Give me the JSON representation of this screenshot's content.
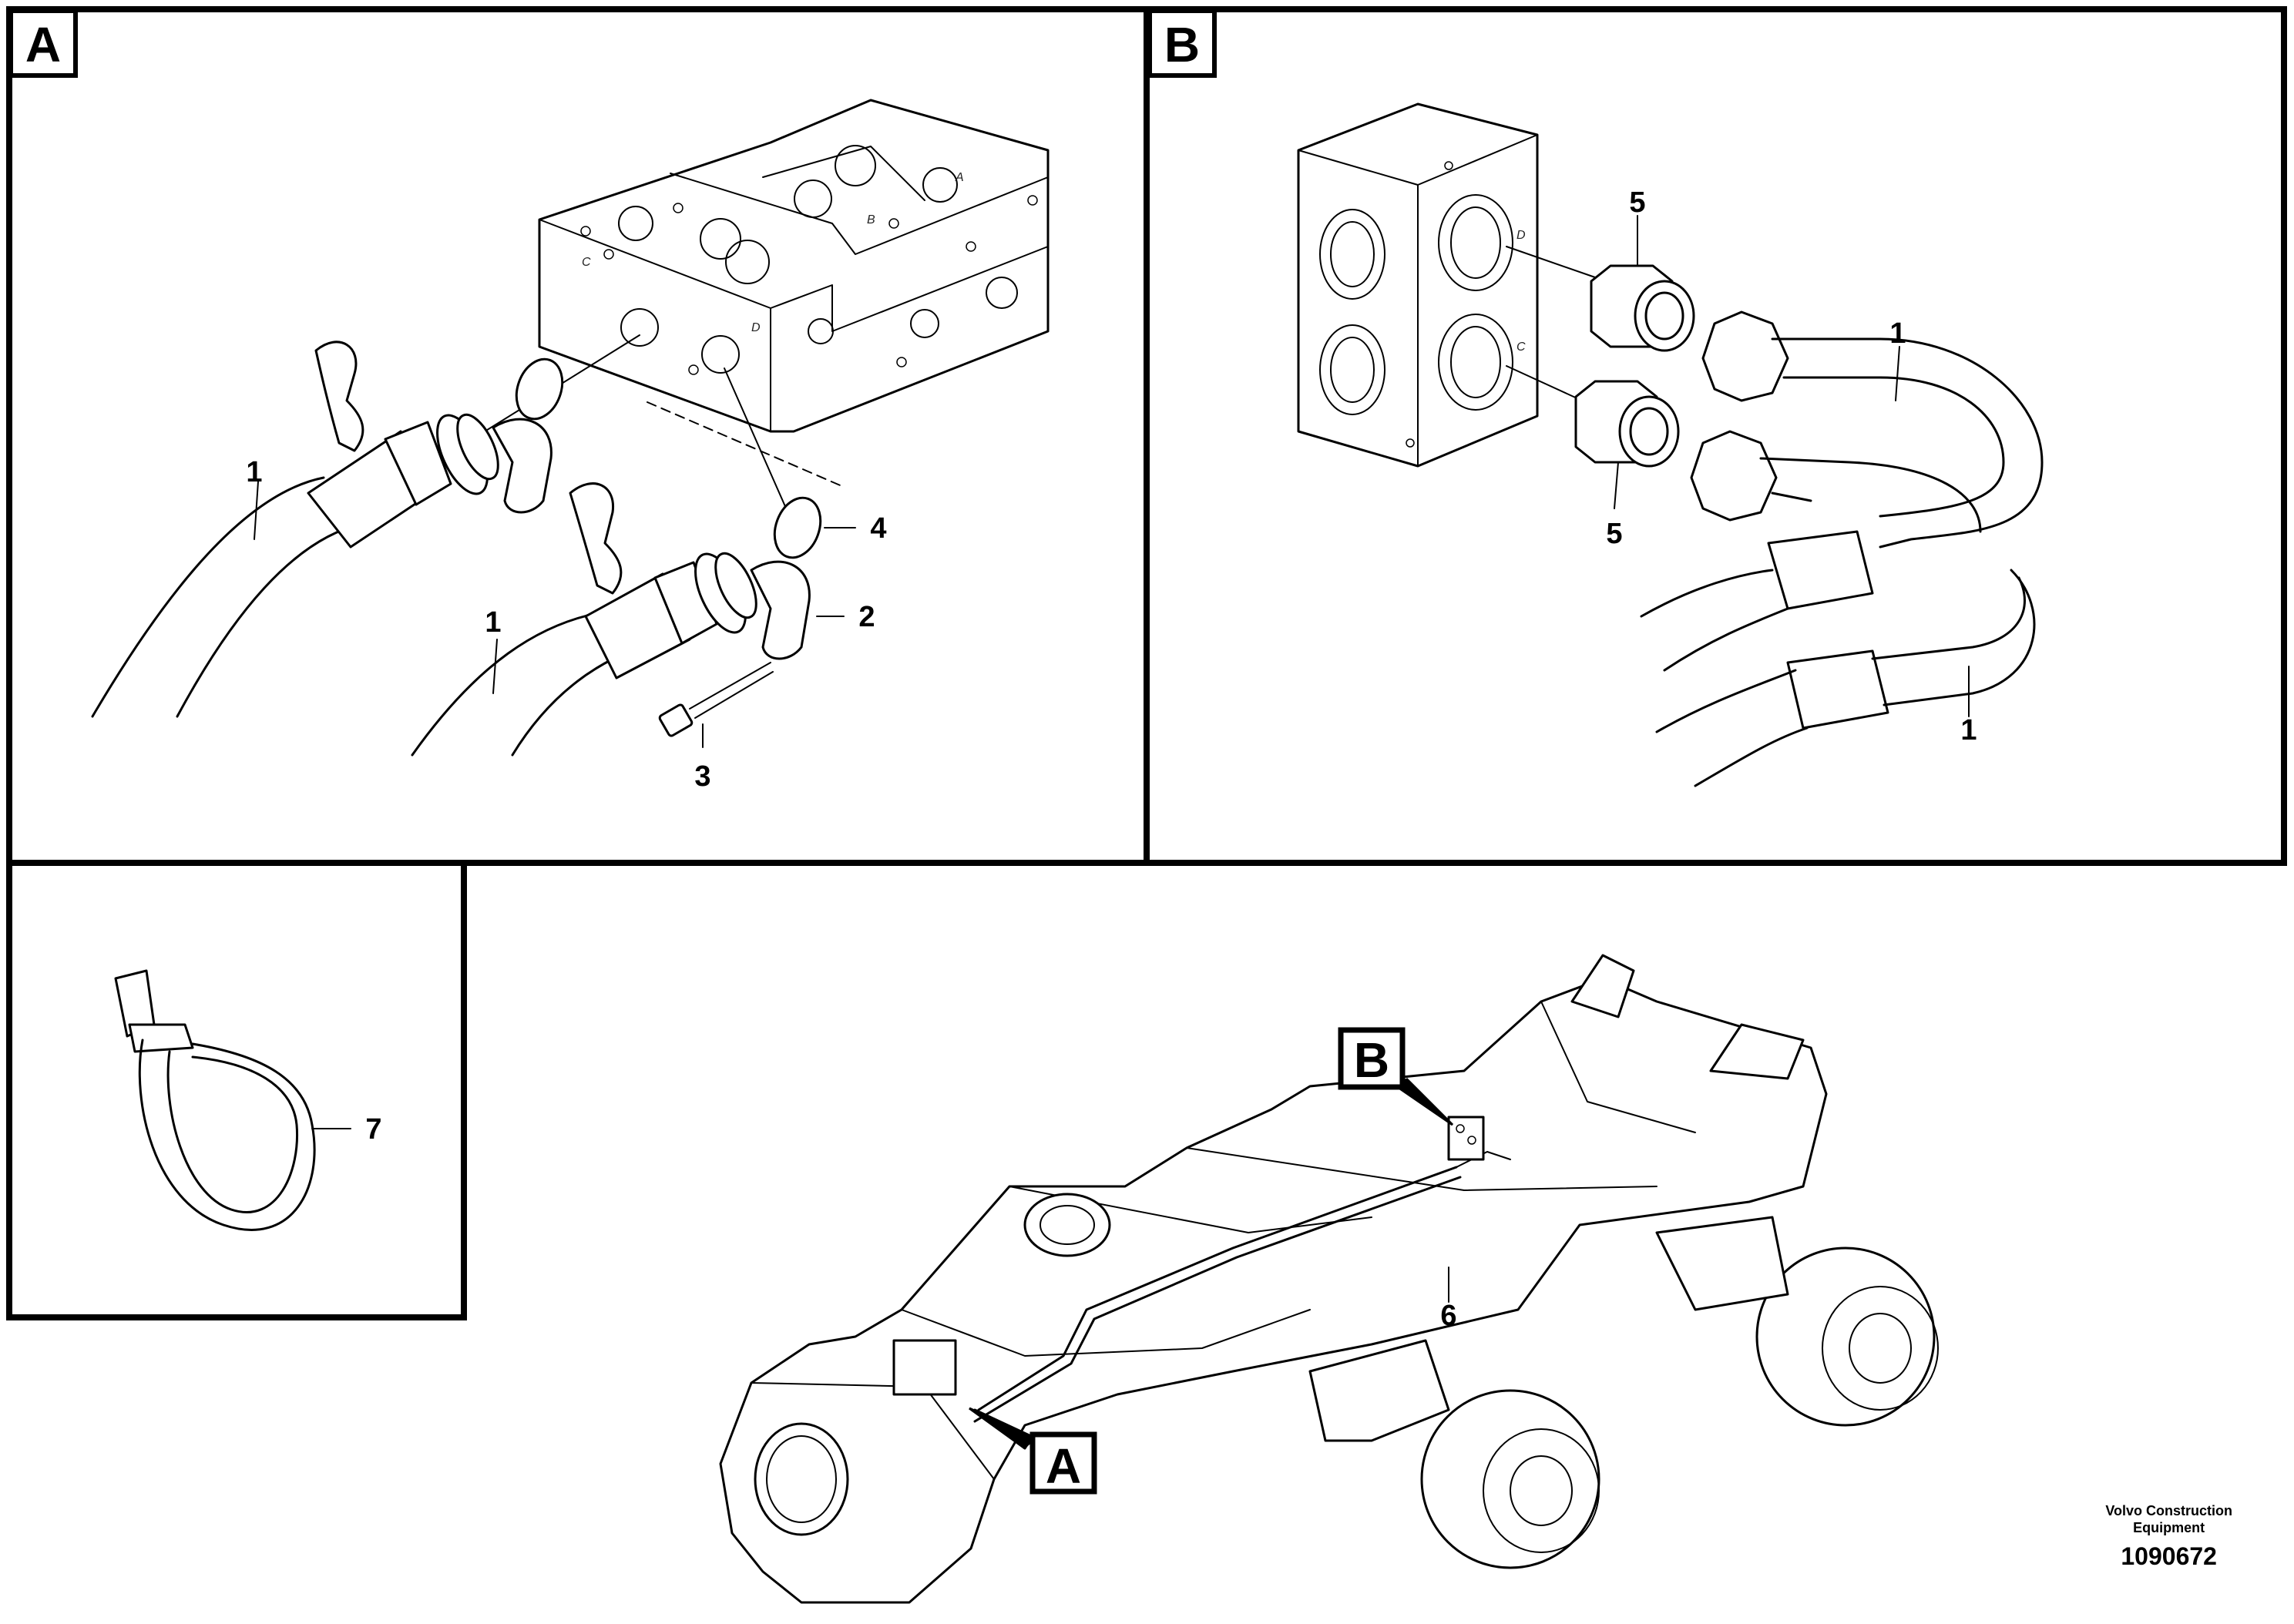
{
  "panels": {
    "a": {
      "tag": "A"
    },
    "b": {
      "tag": "B"
    }
  },
  "callouts": {
    "a_hose_upper": "1",
    "a_hose_lower": "1",
    "a_flange_half": "2",
    "a_screw": "3",
    "a_oring": "4",
    "b_hose_upper": "1",
    "b_hose_lower": "1",
    "b_nipple_upper": "5",
    "b_nipple_lower": "5",
    "strap": "7",
    "machine_pipe": "6"
  },
  "ports": {
    "a_block": [
      "C",
      "D",
      "B",
      "A"
    ],
    "b_block": [
      "D",
      "C"
    ]
  },
  "locators": {
    "a": "A",
    "b": "B"
  },
  "footer": {
    "brand_line1": "Volvo Construction",
    "brand_line2": "Equipment",
    "drawing_number": "1090672"
  }
}
